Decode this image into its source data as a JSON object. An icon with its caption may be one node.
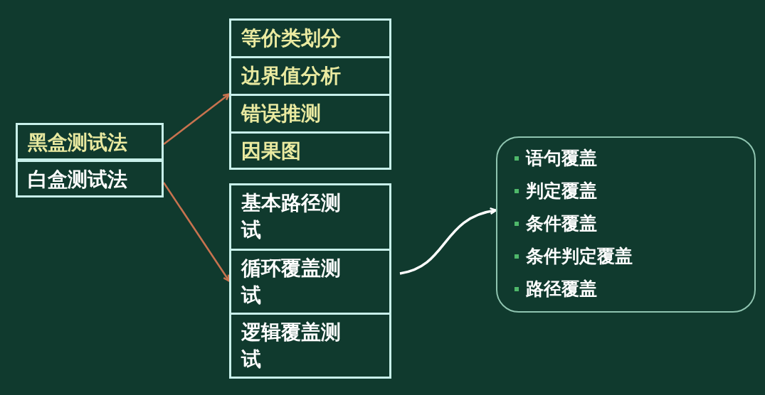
{
  "diagram": {
    "nodes": [
      {
        "text": [
          "黑盒测试法"
        ]
      },
      {
        "text": [
          "白盒测试法"
        ]
      },
      {
        "text": [],
        "shape": "box"
      },
      {
        "text": [
          "等价类划分"
        ],
        "in": 2
      },
      {
        "text": [
          "边界值分析"
        ],
        "in": 2
      },
      {
        "text": [
          "错误推测"
        ],
        "in": 2
      },
      {
        "text": [
          "因果图"
        ],
        "in": 2
      },
      {
        "text": [],
        "shape": "box"
      },
      {
        "text": [
          "基本路径测试"
        ],
        "in": 7
      },
      {
        "text": [
          "循环覆盖测试"
        ],
        "in": 7
      },
      {
        "text": [
          "逻辑覆盖测试"
        ],
        "in": 7
      },
      {
        "text": [
          "语句覆盖",
          "判定覆盖",
          "条件覆盖",
          "条件判定覆盖",
          "路径覆盖"
        ]
      }
    ],
    "edges": [
      {
        "from": 0,
        "to": 2,
        "arrow": "to"
      },
      {
        "from": 1,
        "to": 7,
        "arrow": "to"
      },
      {
        "from": 9,
        "to": 11,
        "arrow": "to",
        "color": "#ffffff"
      }
    ]
  }
}
